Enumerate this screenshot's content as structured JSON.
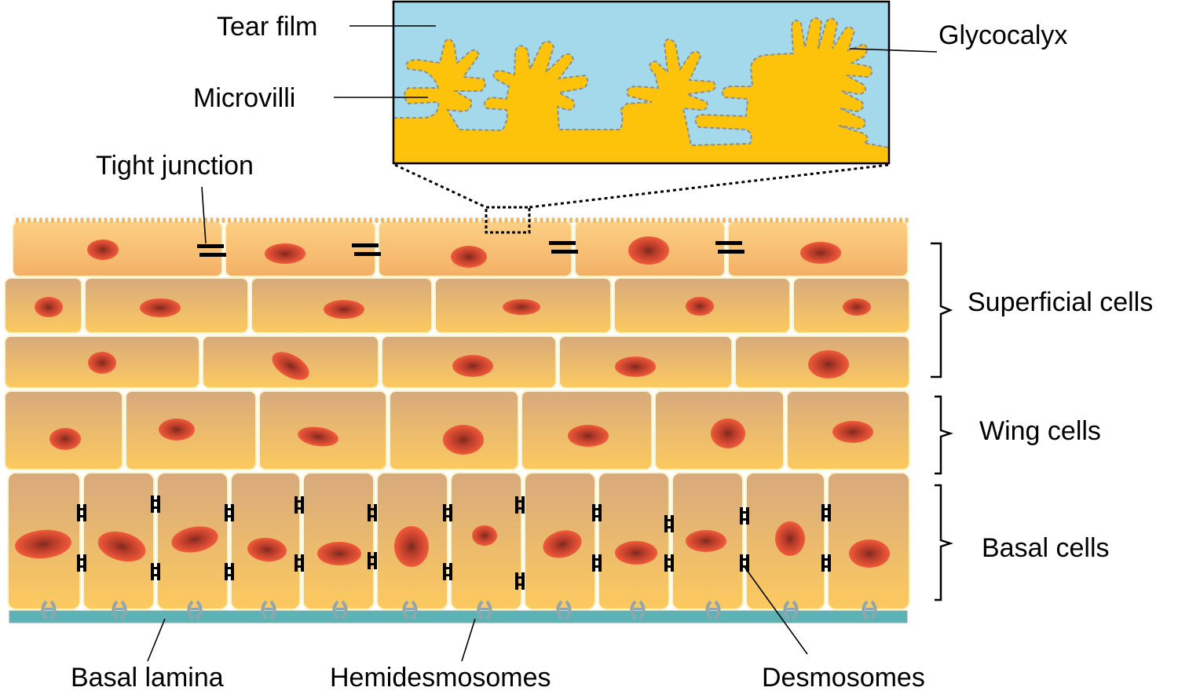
{
  "labels": {
    "tear_film": "Tear film",
    "microvilli": "Microvilli",
    "glycocalyx": "Glycocalyx",
    "tight_junction": "Tight junction",
    "superficial_cells": "Superficial cells",
    "wing_cells": "Wing cells",
    "basal_cells": "Basal cells",
    "basal_lamina": "Basal lamina",
    "hemidesmosomes": "Hemidesmosomes",
    "desmosomes": "Desmosomes"
  },
  "colors": {
    "tear_film": "#a3d9ea",
    "cell_top": "#d6a97a",
    "cell_bottom": "#fdc85e",
    "nucleus_outer": "#f0553a",
    "nucleus_core": "#8c2a1e",
    "membrane": "#fff3c9",
    "basal_lamina": "#5bb3b6",
    "hemidesmosome": "#8fa6ae",
    "glycocalyx_outline": "#8a8f96",
    "microvilli_fill": "#fdc20a"
  }
}
